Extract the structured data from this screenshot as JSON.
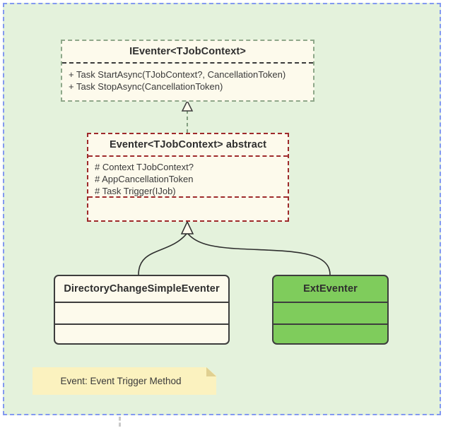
{
  "diagram": {
    "type": "uml-class-diagram",
    "canvas_background": "#ffffff",
    "surface_background": "#e4f2dc",
    "selection_border_color": "#8299f0"
  },
  "classes": [
    {
      "id": "ieventer",
      "name": "IEventer<TJobContext>",
      "stereotype": "interface",
      "border_style": "dashed",
      "border_color": "#8fa88a",
      "fill": "#fdfaec",
      "members": "+ Task StartAsync(TJobContext?, CancellationToken)\n+ Task StopAsync(CancellationToken)"
    },
    {
      "id": "eventer",
      "name": "Eventer<TJobContext> abstract",
      "stereotype": "abstract",
      "border_style": "dash-dot",
      "border_color": "#9e2a2b",
      "fill": "#fdfaec",
      "members": "# Context TJobContext?\n# AppCancellationToken\n# Task Trigger(IJob)"
    },
    {
      "id": "directorychangesimpleeventer",
      "name": "DirectoryChangeSimpleEventer",
      "stereotype": "class",
      "border_style": "solid",
      "border_color": "#3d3d3d",
      "fill": "#fdfaec",
      "members": ""
    },
    {
      "id": "exteventer",
      "name": "ExtEventer",
      "stereotype": "class",
      "border_style": "solid",
      "border_color": "#3d3d3d",
      "fill": "#7fcc5c",
      "members": ""
    }
  ],
  "relationships": [
    {
      "kind": "realization",
      "from": "eventer",
      "to": "ieventer",
      "line": "dashed",
      "arrowhead": "hollow-triangle"
    },
    {
      "kind": "generalization",
      "from": "directorychangesimpleeventer",
      "to": "eventer",
      "line": "solid",
      "arrowhead": "hollow-triangle"
    },
    {
      "kind": "generalization",
      "from": "exteventer",
      "to": "eventer",
      "line": "solid",
      "arrowhead": "hollow-triangle"
    }
  ],
  "note": {
    "text": "Event: Event Trigger Method",
    "fill": "#fbf2bf",
    "fold_fill": "#e0d091"
  }
}
